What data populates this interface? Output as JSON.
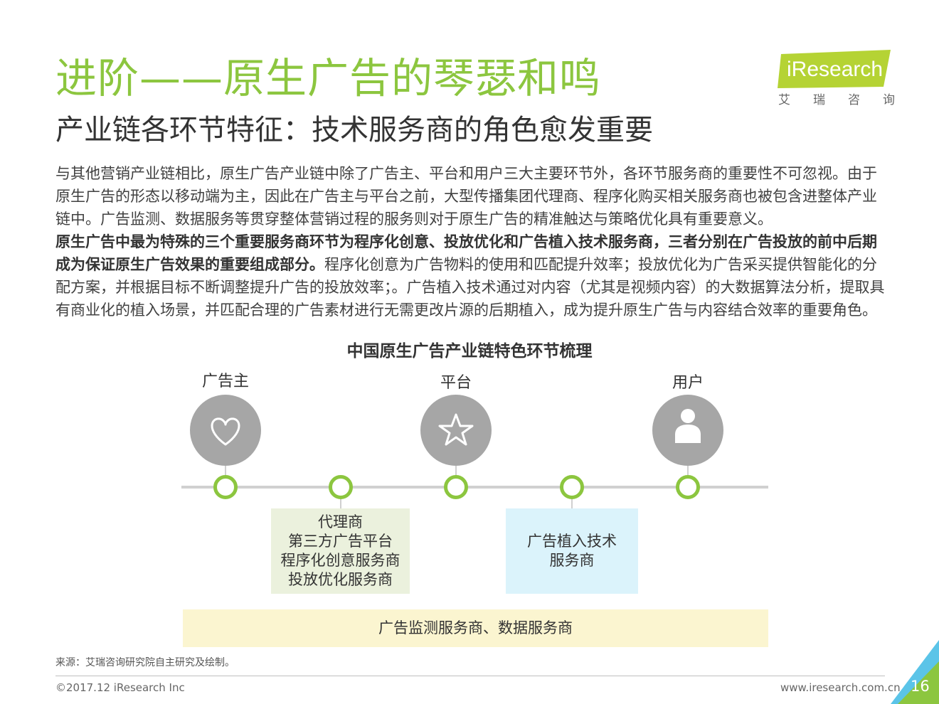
{
  "header": {
    "title": "进阶——原生广告的琴瑟和鸣",
    "subtitle": "产业链各环节特征：技术服务商的角色愈发重要"
  },
  "logo": {
    "name": "iResearch",
    "sub_chars": [
      "艾",
      "瑞",
      "咨",
      "询"
    ],
    "accent_color": "#b5d334"
  },
  "body": {
    "para1": "与其他营销产业链相比，原生广告产业链中除了广告主、平台和用户三大主要环节外，各环节服务商的重要性不可忽视。由于原生广告的形态以移动端为主，因此在广告主与平台之前，大型传播集团代理商、程序化购买相关服务商也被包含进整体产业链中。广告监测、数据服务等贯穿整体营销过程的服务则对于原生广告的精准触达与策略优化具有重要意义。",
    "para2_bold": "原生广告中最为特殊的三个重要服务商环节为程序化创意、投放优化和广告植入技术服务商，三者分别在广告投放的前中后期成为保证原生广告效果的重要组成部分。",
    "para2_rest": "程序化创意为广告物料的使用和匹配提升效率；投放优化为广告采买提供智能化的分配方案，并根据目标不断调整提升广告的投放效率；。广告植入技术通过对内容（尤其是视频内容）的大数据算法分析，提取具有商业化的植入场景，并匹配合理的广告素材进行无需更改片源的后期植入，成为提升原生广告与内容结合效率的重要角色。"
  },
  "diagram": {
    "title": "中国原生广告产业链特色环节梳理",
    "main_nodes": [
      {
        "label": "广告主",
        "icon": "heart-icon"
      },
      {
        "label": "平台",
        "icon": "star-icon"
      },
      {
        "label": "用户",
        "icon": "person-icon"
      }
    ],
    "box_green": [
      "代理商",
      "第三方广告平台",
      "程序化创意服务商",
      "投放优化服务商"
    ],
    "box_blue": [
      "广告植入技术",
      "服务商"
    ],
    "box_yellow": "广告监测服务商、数据服务商",
    "colors": {
      "ring": "#8cc63f",
      "circle": "#a6a6a6",
      "line": "#d0d0d0",
      "green_box": "#ebf1dd",
      "blue_box": "#dbf3fb",
      "yellow_box": "#fbf5d0"
    }
  },
  "footer": {
    "source": "来源：艾瑞咨询研究院自主研究及绘制。",
    "copyright": "©2017.12 iResearch Inc",
    "website": "www.iresearch.com.cn",
    "page_number": "16"
  }
}
